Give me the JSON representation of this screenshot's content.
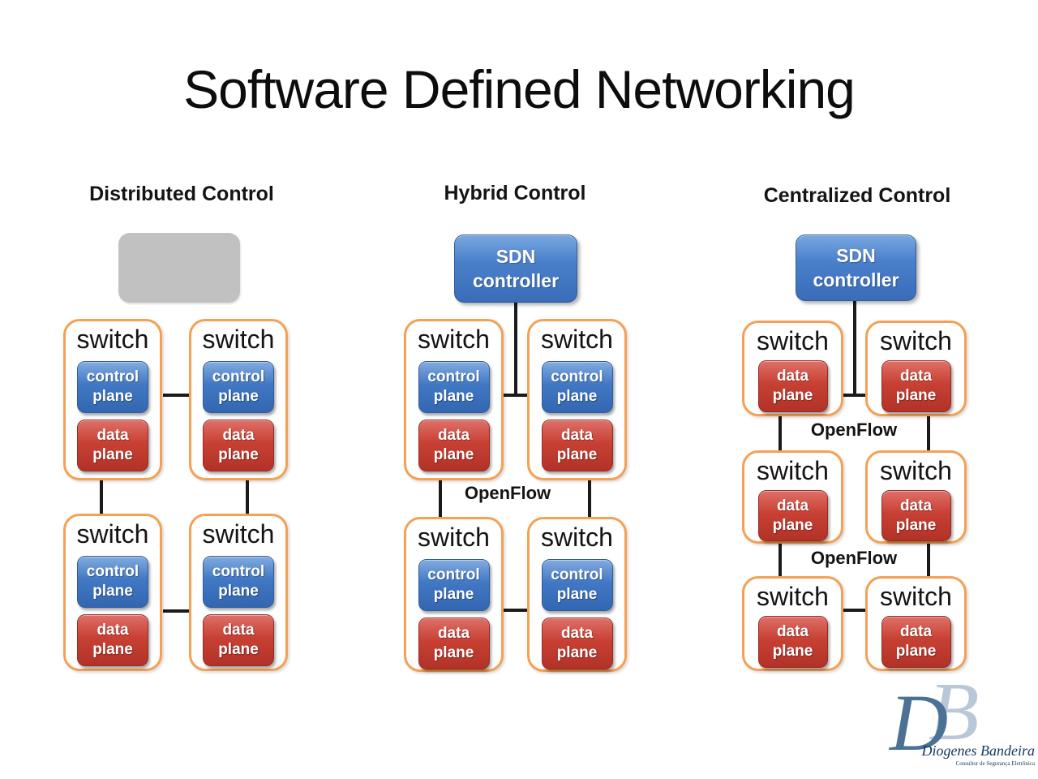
{
  "title": "Software Defined Networking",
  "columns": {
    "distributed": {
      "header": "Distributed Control"
    },
    "hybrid": {
      "header": "Hybrid Control"
    },
    "centralized": {
      "header": "Centralized Control"
    }
  },
  "controller": {
    "line1": "SDN",
    "line2": "controller"
  },
  "labels": {
    "switch": "switch",
    "control": "control",
    "data": "data",
    "plane": "plane",
    "openflow": "OpenFlow"
  },
  "logo": {
    "letter_d": "D",
    "letter_b": "B",
    "name": "Diogenes Bandeira",
    "tagline": "Consultor de Segurança Eletrônica"
  },
  "colors": {
    "switch_border_orange": "#F5A054",
    "control_plane_blue": "#3B70BE",
    "data_plane_red": "#C0392B",
    "sdn_controller_blue": "#4A80CB",
    "placeholder_gray": "#C1C1C1",
    "connector_black": "#1A1A1A",
    "logo_dark_navy": "#16365C",
    "logo_steel_blue": "#4B7295",
    "logo_light_blue": "#B9C8D8"
  }
}
